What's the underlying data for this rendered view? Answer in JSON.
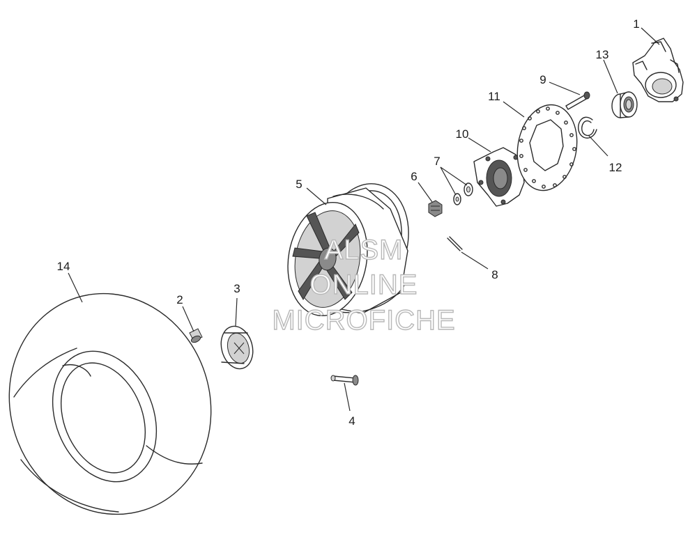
{
  "watermark": {
    "line1": "ALSM",
    "line2": "ONLINE",
    "line3": "MICROFICHE"
  },
  "callouts": [
    {
      "id": "1",
      "label": "1"
    },
    {
      "id": "2",
      "label": "2"
    },
    {
      "id": "3",
      "label": "3"
    },
    {
      "id": "4",
      "label": "4"
    },
    {
      "id": "5",
      "label": "5"
    },
    {
      "id": "6",
      "label": "6"
    },
    {
      "id": "7",
      "label": "7"
    },
    {
      "id": "8",
      "label": "8"
    },
    {
      "id": "9",
      "label": "9"
    },
    {
      "id": "10",
      "label": "10"
    },
    {
      "id": "11",
      "label": "11"
    },
    {
      "id": "12",
      "label": "12"
    },
    {
      "id": "13",
      "label": "13"
    },
    {
      "id": "14",
      "label": "14"
    }
  ]
}
